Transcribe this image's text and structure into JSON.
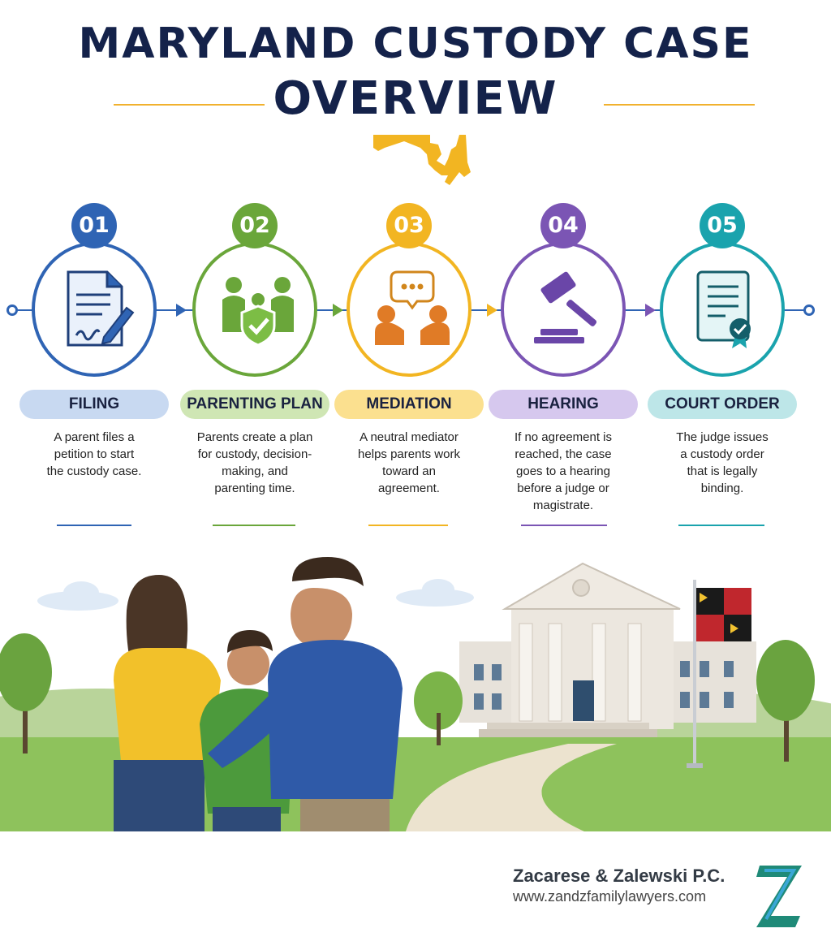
{
  "title": {
    "line1": "MARYLAND CUSTODY CASE",
    "line2": "OVERVIEW"
  },
  "colors": {
    "navy": "#14224a",
    "gold": "#f1b12e",
    "blue": "#2f64b4",
    "green": "#6aa63a",
    "yellow": "#f2b522",
    "purple": "#7b55b4",
    "teal": "#1aa3ad"
  },
  "steps": [
    {
      "number": "01",
      "label": "FILING",
      "icon": "document-pen-icon",
      "desc_lines": [
        "A parent files a",
        "petition to start",
        "the custody case."
      ]
    },
    {
      "number": "02",
      "label": "PARENTING PLAN",
      "icon": "family-shield-icon",
      "desc_lines": [
        "Parents create a plan",
        "for custody, decision-",
        "making, and",
        "parenting time."
      ]
    },
    {
      "number": "03",
      "label": "MEDIATION",
      "icon": "conversation-icon",
      "desc_lines": [
        "A neutral mediator",
        "helps parents work",
        "toward an",
        "agreement."
      ]
    },
    {
      "number": "04",
      "label": "HEARING",
      "icon": "gavel-icon",
      "desc_lines": [
        "If no agreement is",
        "reached, the case",
        "goes to a hearing",
        "before a judge or",
        "magistrate."
      ]
    },
    {
      "number": "05",
      "label": "COURT ORDER",
      "icon": "certificate-icon",
      "desc_lines": [
        "The judge issues",
        "a custody order",
        "that is legally",
        "binding."
      ]
    }
  ],
  "footer": {
    "firm_name": "Zacarese & Zalewski P.C.",
    "url": "www.zandzfamilylawyers.com",
    "logo_letter": "Z"
  }
}
